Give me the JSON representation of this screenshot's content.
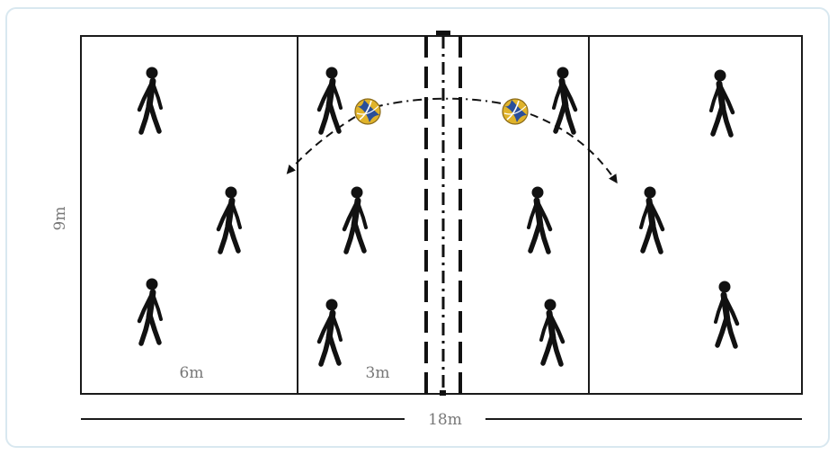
{
  "labels": {
    "width": "9m",
    "back_zone": "6m",
    "attack_zone": "3m",
    "length": "18m"
  },
  "colors": {
    "line": "#1a1a1a",
    "label": "#777777",
    "frame": "#d9e8f0",
    "ball_gold": "#e0b32a",
    "ball_blue": "#2a4f9a"
  },
  "icons": {
    "player": "walking-person-icon",
    "ball": "volleyball-icon"
  }
}
